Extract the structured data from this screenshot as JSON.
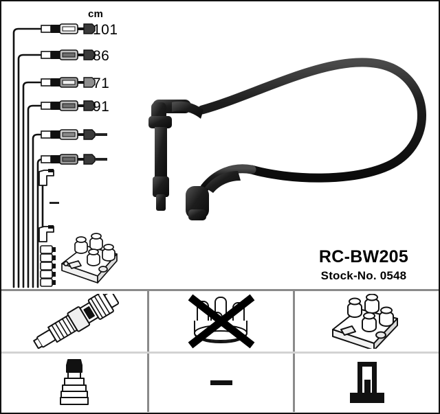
{
  "product": {
    "code": "RC-BW205",
    "stock_label": "Stock-No. 0548"
  },
  "measurements": {
    "unit_header": "cm",
    "rows": [
      {
        "index": 1,
        "length": "101",
        "has_value": true
      },
      {
        "index": 2,
        "length": "86",
        "has_value": true
      },
      {
        "index": 3,
        "length": "71",
        "has_value": true
      },
      {
        "index": 4,
        "length": "91",
        "has_value": true
      },
      {
        "index": 5,
        "length": "–",
        "has_value": false
      },
      {
        "index": 6,
        "length": "–",
        "has_value": false
      },
      {
        "index": 7,
        "length": "–",
        "has_value": false
      }
    ]
  },
  "diagram": {
    "harness_name": "ignition-cable-harness-schematic",
    "coil_icon_name": "ignition-coil-pack",
    "photo_name": "ignition-cable-photo"
  },
  "panels": {
    "row1": [
      {
        "name": "spark-plug-icon",
        "state": "included"
      },
      {
        "name": "distributor-cap-icon",
        "state": "excluded"
      },
      {
        "name": "ignition-coil-pack-icon",
        "state": "included"
      }
    ],
    "row2": [
      {
        "name": "rubber-boot-icon",
        "state": "included"
      },
      {
        "name": "empty-dash",
        "state": "none"
      },
      {
        "name": "terminal-connector-icon",
        "state": "included"
      }
    ]
  },
  "colors": {
    "ink": "#111111",
    "rule": "#8a8a8a",
    "rule_light": "#d2d2d2",
    "cable": "#1b1b1b"
  }
}
